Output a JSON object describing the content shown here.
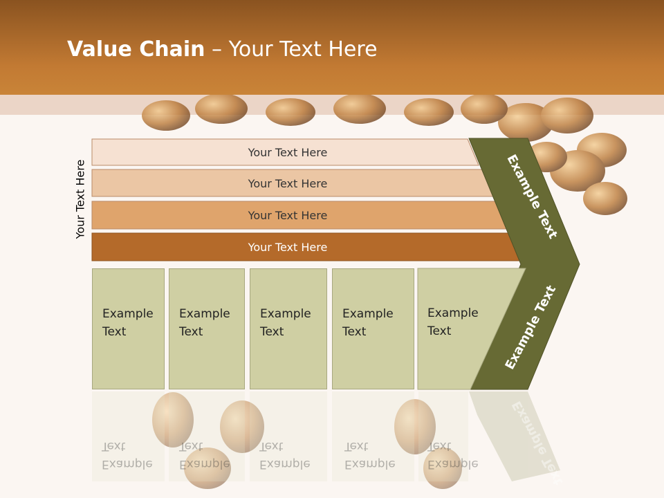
{
  "title": {
    "bold": "Value Chain",
    "rest": " – Your Text Here"
  },
  "side_label": "Your Text Here",
  "bars": [
    {
      "label": "Your Text Here",
      "color": "#f6e1d2"
    },
    {
      "label": "Your Text Here",
      "color": "#ebc6a4"
    },
    {
      "label": "Your Text Here",
      "color": "#dfa46c"
    },
    {
      "label": "Your Text Here",
      "color": "#b46a2a"
    }
  ],
  "columns": [
    {
      "line1": "Example",
      "line2": "Text"
    },
    {
      "line1": "Example",
      "line2": "Text"
    },
    {
      "line1": "Example",
      "line2": "Text"
    },
    {
      "line1": "Example",
      "line2": "Text"
    },
    {
      "line1": "Example",
      "line2": "Text"
    }
  ],
  "chevron": {
    "top_label": "Example Text",
    "bottom_label": "Example Text",
    "color": "#676a34"
  },
  "colors": {
    "header": "#c27a33",
    "column": "#cfcfa3"
  }
}
